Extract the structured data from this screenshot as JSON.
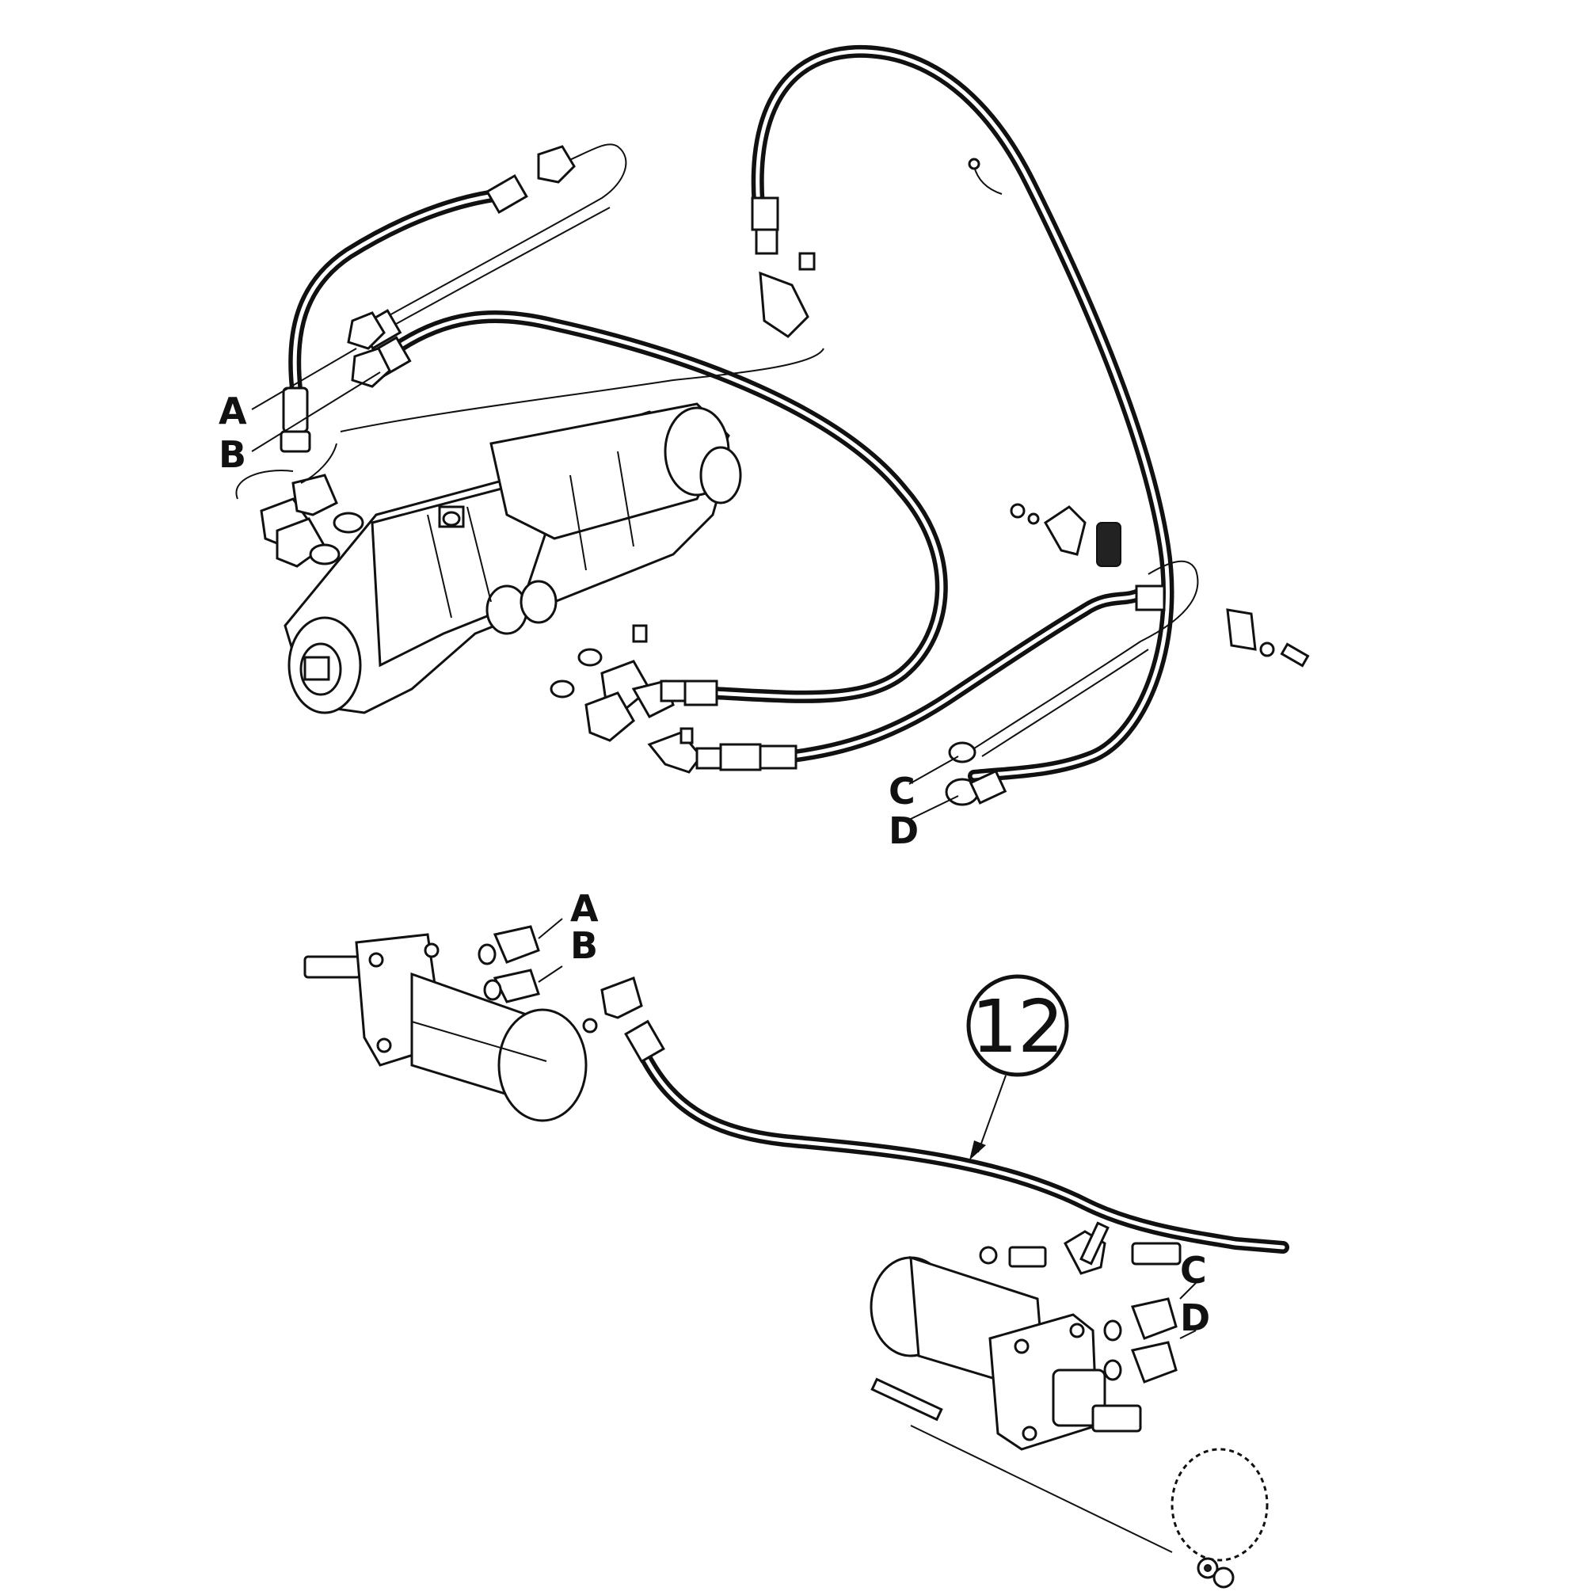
{
  "labels": {
    "top_a": "A",
    "top_b": "B",
    "top_c": "C",
    "top_d": "D",
    "bottom_a": "A",
    "bottom_b": "B",
    "bottom_c": "C",
    "bottom_d": "D"
  },
  "callout": {
    "number": "12"
  }
}
